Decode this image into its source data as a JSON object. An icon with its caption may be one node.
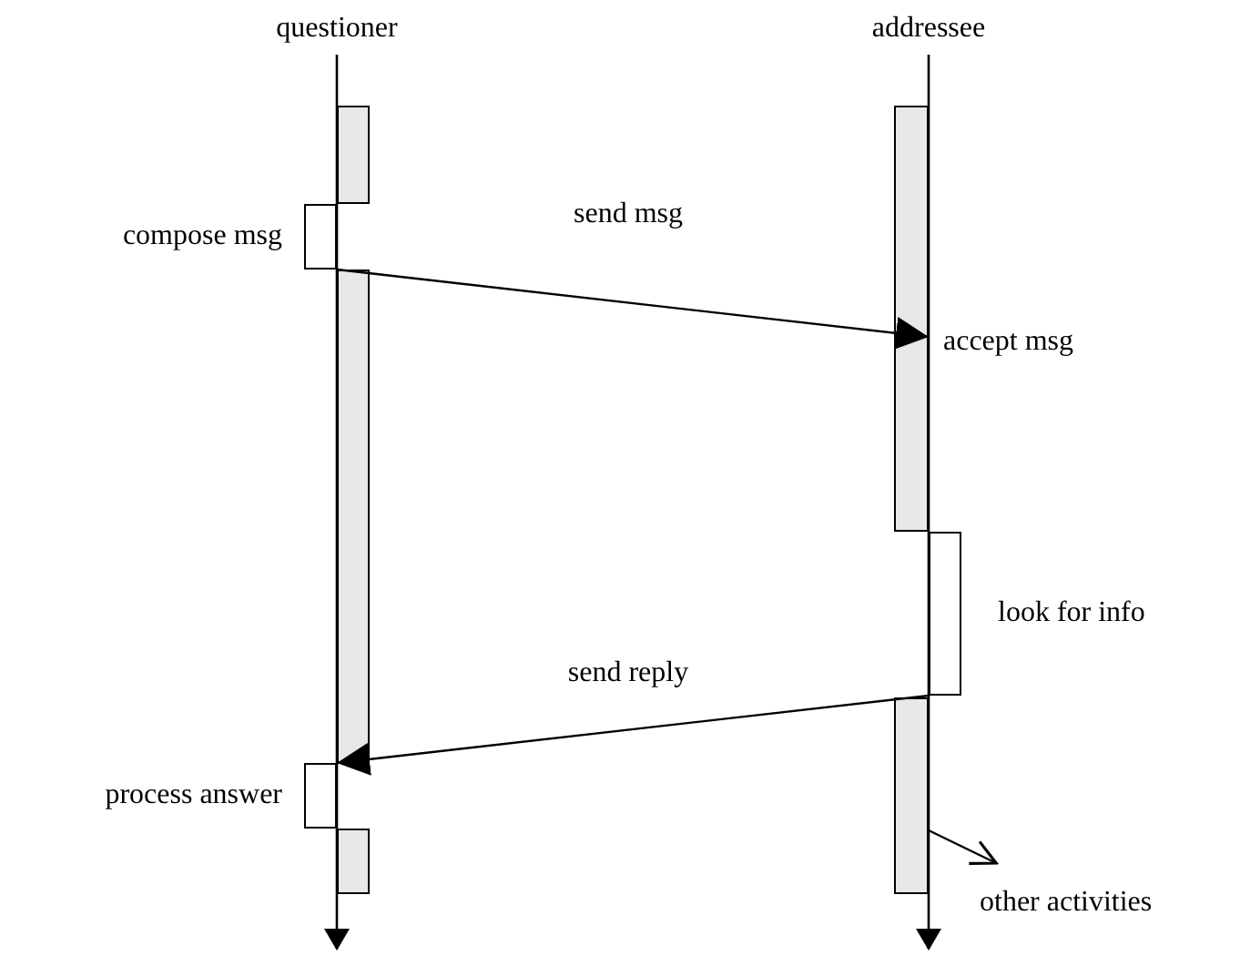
{
  "diagram": {
    "nodes": [
      {
        "text": [],
        "shape": "bar"
      },
      {
        "text": [],
        "shape": "bar",
        "beside": [
          "accept msg"
        ]
      },
      {
        "text": [
          "compose msg"
        ]
      },
      {
        "text": [],
        "shape": "bar"
      },
      {
        "text": [
          "look for info"
        ]
      },
      {
        "text": [],
        "shape": "bar"
      },
      {
        "text": [
          "process answer"
        ]
      },
      {
        "text": [],
        "shape": "bar"
      },
      {
        "text": [
          "other activities"
        ]
      }
    ],
    "edges": [
      {
        "from": 2,
        "to": 1,
        "arrow": "to",
        "label": "send msg"
      },
      {
        "from": 4,
        "to": 6,
        "arrow": "to",
        "label": "send reply"
      },
      {
        "from": 5,
        "to": 8,
        "arrow": "to"
      }
    ],
    "labels": [
      "questioner",
      "addressee"
    ]
  }
}
